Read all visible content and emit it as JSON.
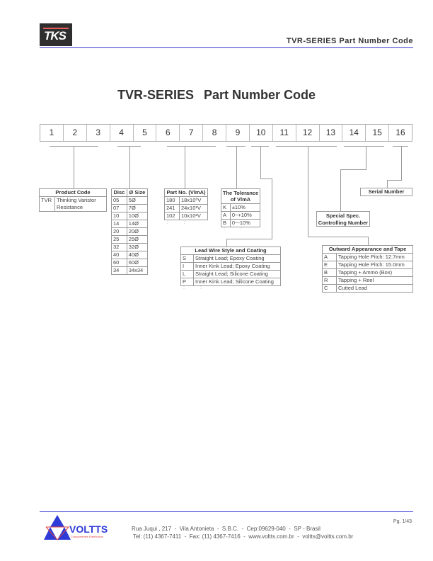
{
  "header": {
    "logo_text": "TKS",
    "title": "TVR-SERIES Part Number Code"
  },
  "main": {
    "title_part1": "TVR-SERIES",
    "title_part2": "Part Number Code",
    "digits": [
      "1",
      "2",
      "3",
      "4",
      "5",
      "6",
      "7",
      "8",
      "9",
      "10",
      "11",
      "12",
      "13",
      "14",
      "15",
      "16"
    ]
  },
  "product_code": {
    "header": "Product Code",
    "rows": [
      {
        "code": "TVR",
        "desc": "Thinking Varistor",
        "desc2": "Resistance"
      }
    ]
  },
  "disc_size": {
    "headers": [
      "Disc",
      "Ø Size"
    ],
    "rows": [
      [
        "05",
        "5Ø"
      ],
      [
        "07",
        "7Ø"
      ],
      [
        "10",
        "10Ø"
      ],
      [
        "14",
        "14Ø"
      ],
      [
        "20",
        "20Ø"
      ],
      [
        "25",
        "25Ø"
      ],
      [
        "32",
        "32Ø"
      ],
      [
        "40",
        "40Ø"
      ],
      [
        "60",
        "60Ø"
      ],
      [
        "34",
        "34x34"
      ]
    ]
  },
  "part_no": {
    "header": "Part No. (VlmA)",
    "rows": [
      [
        "180",
        "18x10⁰V"
      ],
      [
        "241",
        "24x10¹V"
      ],
      [
        "102",
        "10x10²V"
      ]
    ],
    "dots": [
      ":",
      ":"
    ]
  },
  "tolerance": {
    "header": "The Tolerance of VlmA",
    "rows": [
      [
        "K",
        "±10%"
      ],
      [
        "A",
        "0~+10%"
      ],
      [
        "B",
        "0~-10%"
      ]
    ],
    "dots": [
      ":",
      ":"
    ]
  },
  "lead_wire": {
    "header": "Lead Wire Style and Coating",
    "rows": [
      [
        "S",
        "Straight Lead; Epoxy Coating"
      ],
      [
        "I",
        "Inner Kink Lead; Epoxy Coating"
      ],
      [
        "L",
        "Straight Lead; Silicone Coating"
      ],
      [
        "P",
        "Inner Kink Lead; Silicone Coating"
      ]
    ],
    "dots": [
      ":",
      ":"
    ]
  },
  "special_spec": {
    "line1": "Special Spec.",
    "line2": "Controlling Number"
  },
  "serial_number": {
    "label": "Serial Number"
  },
  "outward": {
    "header": "Outward Appearance and Tape",
    "rows": [
      [
        "A",
        "Tapping Hole Pitch: 12.7mm"
      ],
      [
        "E",
        "Tapping Hole Pitch: 15.0mm"
      ],
      [
        "B",
        "Tapping + Ammo (Box)"
      ],
      [
        "R",
        "Tapping + Reel"
      ],
      [
        "C",
        "Cutted Lead"
      ]
    ],
    "dots": [
      ":",
      ":"
    ]
  },
  "footer": {
    "brand": "VOLTTS",
    "brand_sub": "Componentes Eletrônicos",
    "page": "Pg. 1/43",
    "address": "Rua Juqui , 217  -  Vila Antonieta  -  S.B.C.  -  Cep:09629-040  -  SP - Brasil",
    "contact": "Tel: (11) 4367-7411  -  Fax: (11) 4367-7416  -  www.voltts.com.br  -  voltts@voltts.com.br",
    "colors": {
      "brand_blue": "#2f3bd6",
      "accent_red": "#e04040",
      "rule_blue": "#3a3ad8"
    }
  }
}
